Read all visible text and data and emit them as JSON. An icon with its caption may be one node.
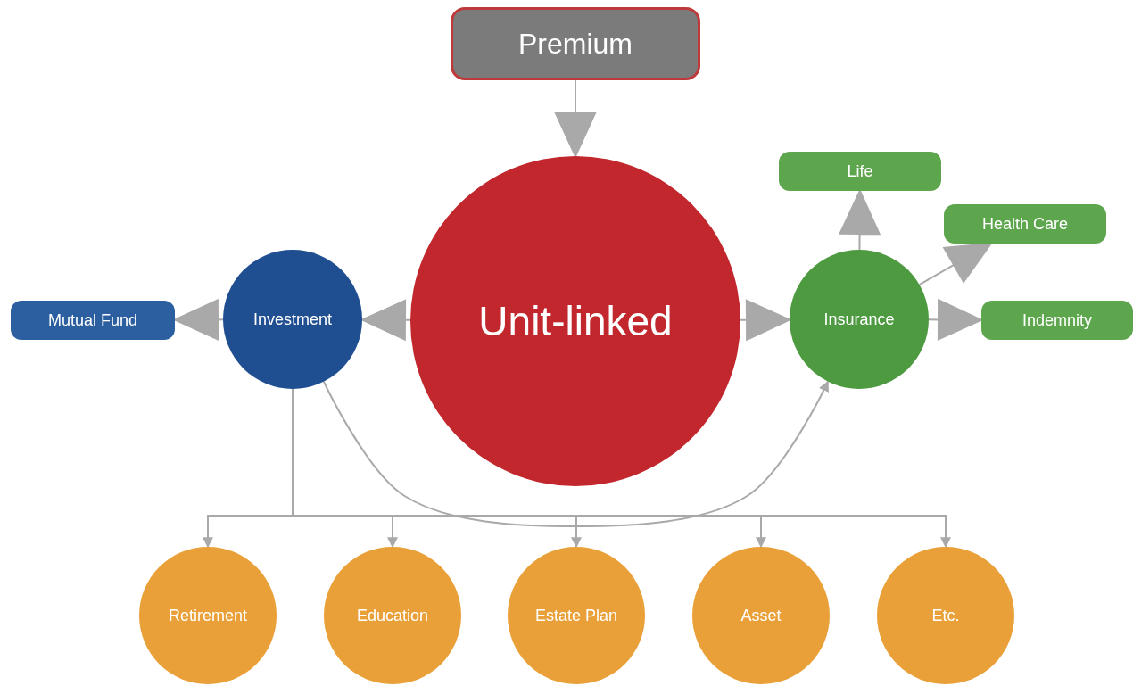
{
  "diagram": {
    "nodes": [
      {
        "text": [
          "Premium"
        ]
      },
      {
        "text": [
          "Unit-linked"
        ]
      },
      {
        "text": [
          "Investment"
        ]
      },
      {
        "text": [
          "Insurance"
        ]
      },
      {
        "text": [
          "Mutual Fund"
        ]
      },
      {
        "text": [
          "Life"
        ]
      },
      {
        "text": [
          "Health Care"
        ]
      },
      {
        "text": [
          "Indemnity"
        ]
      },
      {
        "text": [
          "Retirement"
        ]
      },
      {
        "text": [
          "Education"
        ]
      },
      {
        "text": [
          "Estate Plan"
        ]
      },
      {
        "text": [
          "Asset"
        ]
      },
      {
        "text": [
          "Etc."
        ]
      }
    ],
    "edges": [
      {
        "from": 0,
        "to": 1,
        "arrow": "to"
      },
      {
        "from": 1,
        "to": 2,
        "arrow": "to"
      },
      {
        "from": 1,
        "to": 3,
        "arrow": "to"
      },
      {
        "from": 2,
        "to": 4,
        "arrow": "to"
      },
      {
        "from": 3,
        "to": 5,
        "arrow": "to"
      },
      {
        "from": 3,
        "to": 6,
        "arrow": "to"
      },
      {
        "from": 3,
        "to": 7,
        "arrow": "to"
      },
      {
        "from": 2,
        "to": 3,
        "arrow": "to"
      },
      {
        "from": 2,
        "to": 8,
        "arrow": "to"
      },
      {
        "from": 2,
        "to": 9,
        "arrow": "to"
      },
      {
        "from": 2,
        "to": 10,
        "arrow": "to"
      },
      {
        "from": 2,
        "to": 11,
        "arrow": "to"
      },
      {
        "from": 2,
        "to": 12,
        "arrow": "to"
      }
    ]
  }
}
